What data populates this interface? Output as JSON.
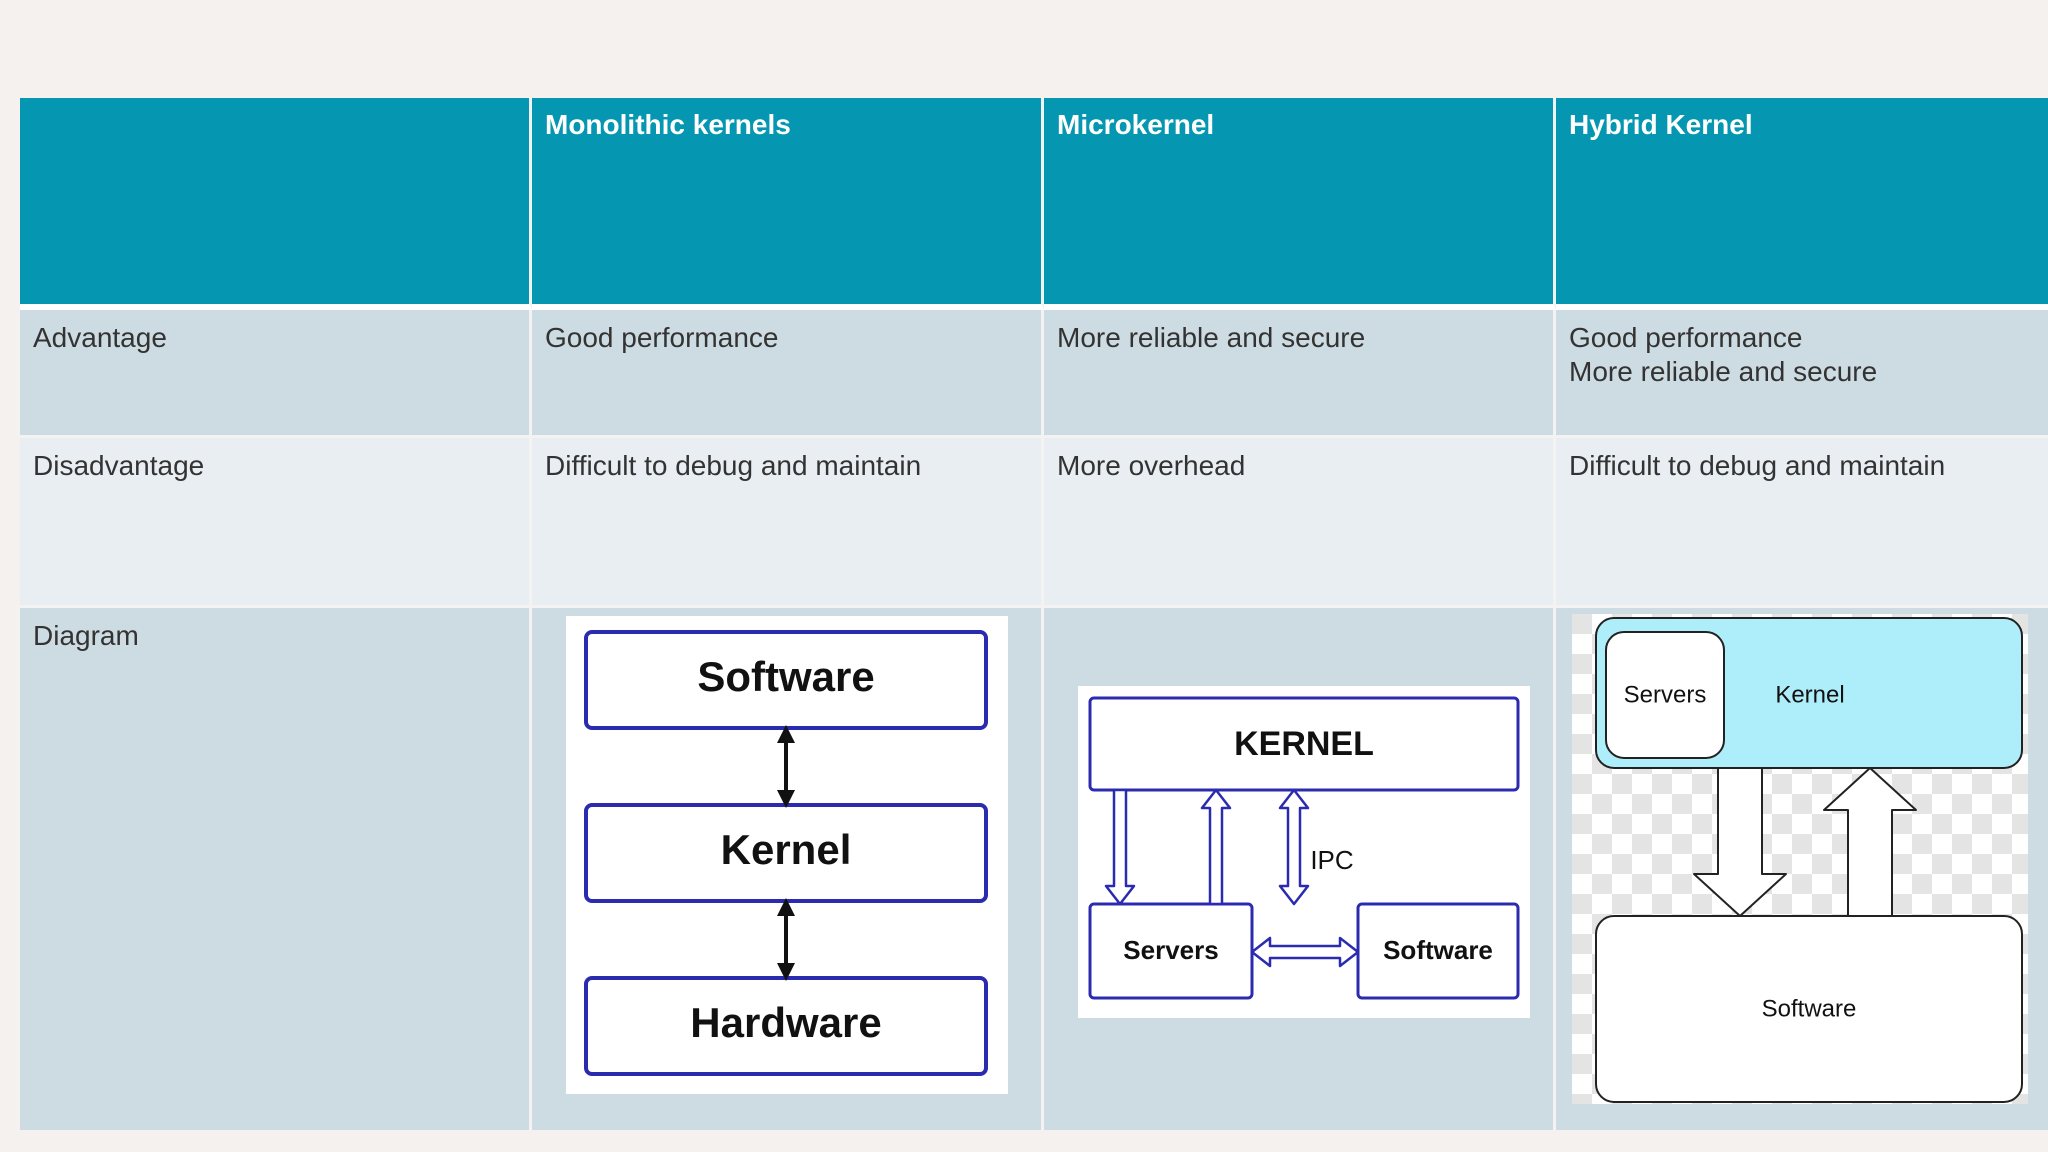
{
  "table": {
    "headers": [
      "",
      "Monolithic kernels",
      "Microkernel",
      "Hybrid Kernel"
    ],
    "rows": {
      "advantage": {
        "label": "Advantage",
        "monolithic": "Good performance",
        "microkernel": "More reliable and secure",
        "hybrid": [
          "Good performance",
          "More reliable and secure"
        ]
      },
      "disadvantage": {
        "label": "Disadvantage",
        "monolithic": "Difficult to debug and maintain",
        "microkernel": "More overhead",
        "hybrid": "Difficult to debug and maintain"
      },
      "diagram": {
        "label": "Diagram"
      }
    }
  },
  "diagrams": {
    "monolithic": {
      "top": "Software",
      "middle": "Kernel",
      "bottom": "Hardware"
    },
    "microkernel": {
      "kernel": "KERNEL",
      "ipc": "IPC",
      "servers": "Servers",
      "software": "Software"
    },
    "hybrid": {
      "servers": "Servers",
      "kernel": "Kernel",
      "software": "Software"
    }
  },
  "colors": {
    "header_bg": "#0597b1",
    "row_dark": "#cddce2",
    "row_light": "#e8eef1",
    "diagram_border_blue": "#2b2bb0",
    "hybrid_kernel_fill": "#aeeefa"
  }
}
